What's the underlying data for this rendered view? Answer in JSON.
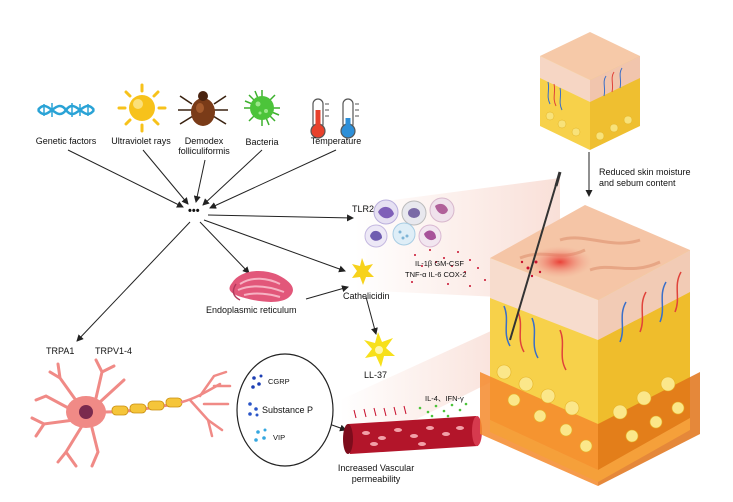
{
  "factors": {
    "genetic": "Genetic factors",
    "uv": "Ultraviolet rays",
    "demodex_line1": "Demodex",
    "demodex_line2": "folliculiformis",
    "bacteria": "Bacteria",
    "temperature": "Temperature"
  },
  "hub": {
    "dots": "•••"
  },
  "pathway": {
    "tlr2": "TLR2",
    "cathelicidin": "Cathelicidin",
    "ll37": "LL-37",
    "er": "Endoplasmic reticulum",
    "trpa1": "TRPA1",
    "trpv": "TRPV1-4"
  },
  "cytokines": {
    "row1": "IL-1β  GM-CSF",
    "row2": "TNF-α  IL-6  COX-2"
  },
  "neuropeptides": {
    "cgrp": "CGRP",
    "substance_p": "Substance P",
    "vip": "VIP"
  },
  "vessel": {
    "interferons": "IL-4、IFN-γ",
    "label_line1": "Increased Vascular",
    "label_line2": "permeability"
  },
  "skin": {
    "reduced_line1": "Reduced skin moisture",
    "reduced_line2": "and sebum content"
  },
  "colors": {
    "arrow": "#222222",
    "dna": "#2aa3d6",
    "sun": "#f7c21b",
    "tick": "#6b3a1a",
    "bacteria": "#4cc43a",
    "thermo_red": "#e8412c",
    "thermo_blue": "#2d8fd8",
    "er": "#e2577a",
    "neuron": "#f08a86",
    "vessel": "#b3152a",
    "skin_top": "#f6c9a8",
    "fat": "#f7d14a"
  }
}
